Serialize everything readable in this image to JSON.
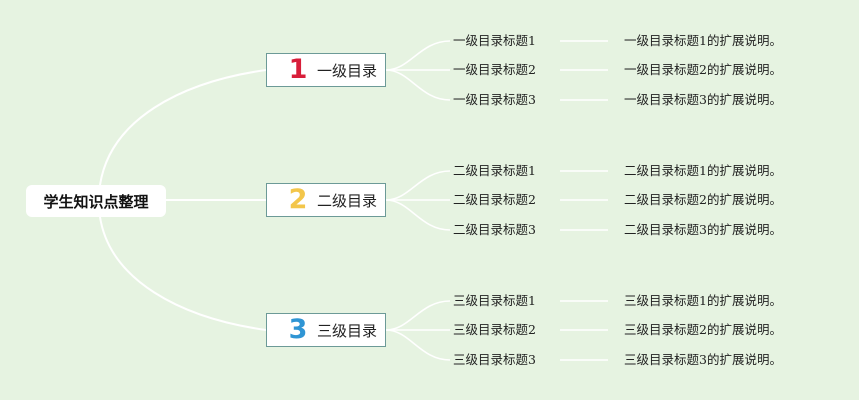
{
  "root": {
    "label": "学生知识点整理"
  },
  "branches": [
    {
      "number": "1",
      "color": "#d81e3a",
      "label": "一级目录",
      "items": [
        {
          "title": "一级目录标题1",
          "desc": "一级目录标题1的扩展说明。"
        },
        {
          "title": "一级目录标题2",
          "desc": "一级目录标题2的扩展说明。"
        },
        {
          "title": "一级目录标题3",
          "desc": "一级目录标题3的扩展说明。"
        }
      ]
    },
    {
      "number": "2",
      "color": "#f3c64b",
      "label": "二级目录",
      "items": [
        {
          "title": "二级目录标题1",
          "desc": "二级目录标题1的扩展说明。"
        },
        {
          "title": "二级目录标题2",
          "desc": "二级目录标题2的扩展说明。"
        },
        {
          "title": "二级目录标题3",
          "desc": "二级目录标题3的扩展说明。"
        }
      ]
    },
    {
      "number": "3",
      "color": "#2f95d4",
      "label": "三级目录",
      "items": [
        {
          "title": "三级目录标题1",
          "desc": "三级目录标题1的扩展说明。"
        },
        {
          "title": "三级目录标题2",
          "desc": "三级目录标题2的扩展说明。"
        },
        {
          "title": "三级目录标题3",
          "desc": "三级目录标题3的扩展说明。"
        }
      ]
    }
  ]
}
